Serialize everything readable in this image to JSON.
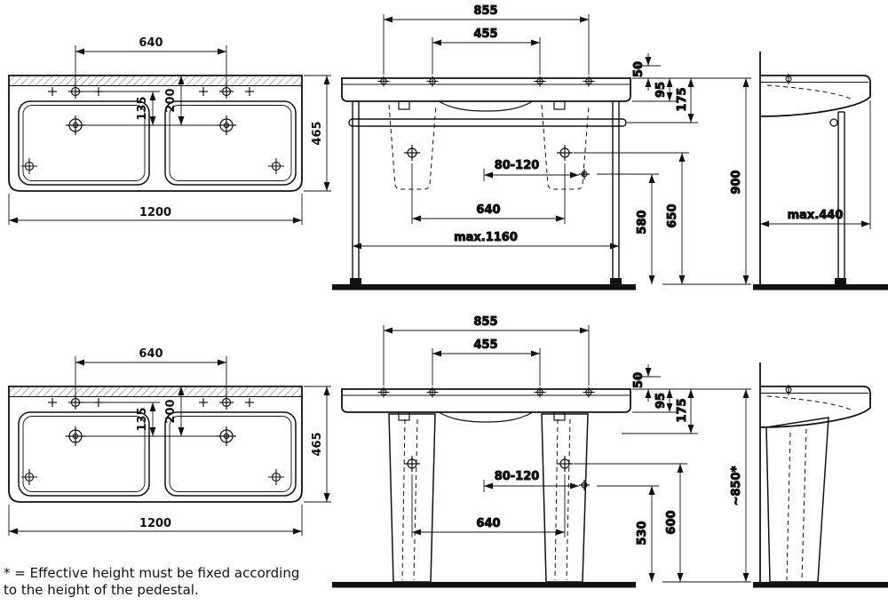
{
  "plan": {
    "hole_spacing": "640",
    "overall_width": "1200",
    "hole_to_drain": "135",
    "edge_to_drain": "200",
    "overall_depth": "465"
  },
  "front_frame": {
    "outer_hole_spacing": "855",
    "inner_hole_spacing": "455",
    "tap_offset": "50",
    "front_edge_height": "95",
    "apron_height": "175",
    "drain_offset_range": "80-120",
    "drain_spacing": "640",
    "drain_height": "580",
    "trap_height": "650",
    "max_frame_width": "max.1160",
    "overall_height": "900"
  },
  "side_frame": {
    "max_depth": "max.440"
  },
  "front_pedestal": {
    "outer_hole_spacing": "855",
    "inner_hole_spacing": "455",
    "tap_offset": "50",
    "front_edge_height": "95",
    "apron_height": "175",
    "drain_offset_range": "80-120",
    "drain_spacing": "640",
    "drain_height": "530",
    "trap_height": "600",
    "effective_height": "~850*"
  },
  "footnote": {
    "line1": "* = Effective height must be fixed according",
    "line2": "to the height of the pedestal."
  }
}
